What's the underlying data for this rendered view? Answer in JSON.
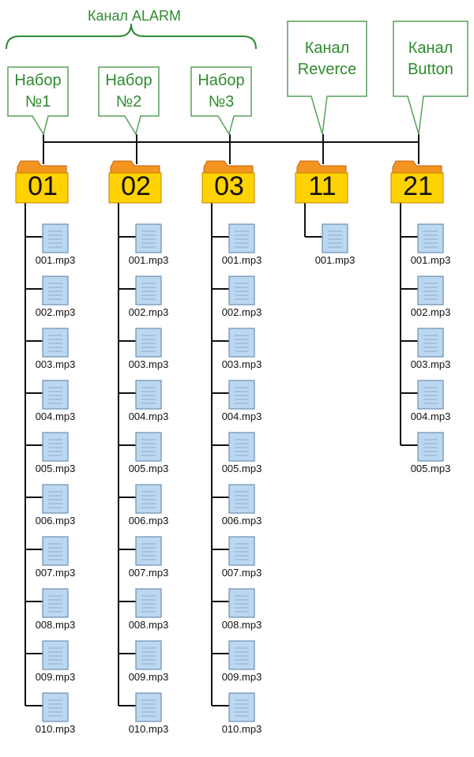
{
  "colors": {
    "alarm_green": "#2e8b2e",
    "callout_border": "#5aa05a",
    "folder_orange": "#f59520",
    "folder_yellow": "#ffd200",
    "tree_line": "#111111",
    "file_fill": "#bcd7f0"
  },
  "alarm_bracket": {
    "label": "Канал ALARM"
  },
  "callouts": [
    {
      "id": "nabor1",
      "text": "Набор\n№1",
      "color": "#2e8b2e"
    },
    {
      "id": "nabor2",
      "text": "Набор\n№2",
      "color": "#2e8b2e"
    },
    {
      "id": "nabor3",
      "text": "Набор\n№3",
      "color": "#2e8b2e"
    },
    {
      "id": "reverce",
      "text": "Канал\nReverce",
      "color": "#2e8b2e"
    },
    {
      "id": "button",
      "text": "Канал\nButton",
      "color": "#2e8b2e"
    }
  ],
  "folders": [
    {
      "name": "01",
      "files": [
        "001.mp3",
        "002.mp3",
        "003.mp3",
        "004.mp3",
        "005.mp3",
        "006.mp3",
        "007.mp3",
        "008.mp3",
        "009.mp3",
        "010.mp3"
      ]
    },
    {
      "name": "02",
      "files": [
        "001.mp3",
        "002.mp3",
        "003.mp3",
        "004.mp3",
        "005.mp3",
        "006.mp3",
        "007.mp3",
        "008.mp3",
        "009.mp3",
        "010.mp3"
      ]
    },
    {
      "name": "03",
      "files": [
        "001.mp3",
        "002.mp3",
        "003.mp3",
        "004.mp3",
        "005.mp3",
        "006.mp3",
        "007.mp3",
        "008.mp3",
        "009.mp3",
        "010.mp3"
      ]
    },
    {
      "name": "11",
      "files": [
        "001.mp3"
      ]
    },
    {
      "name": "21",
      "files": [
        "001.mp3",
        "002.mp3",
        "003.mp3",
        "004.mp3",
        "005.mp3"
      ]
    }
  ]
}
